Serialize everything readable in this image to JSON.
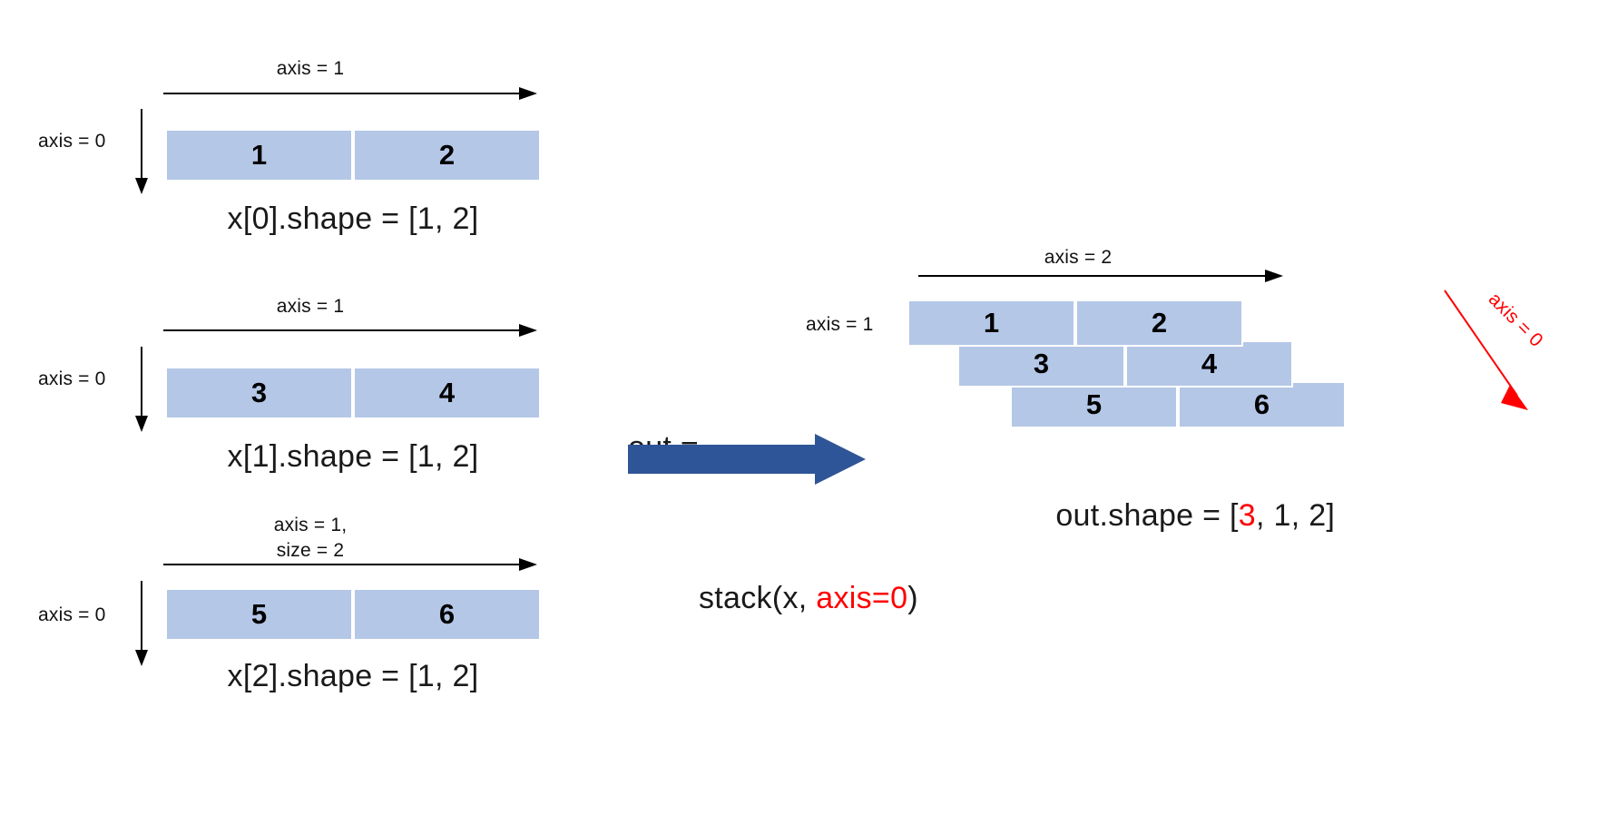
{
  "colors": {
    "cell_fill": "#b4c7e7",
    "cell_border": "#ffffff",
    "arrow_black": "#000000",
    "arrow_blue": "#2e5597",
    "accent_red": "#ff0000",
    "text": "#1a1a1a",
    "background": "#ffffff"
  },
  "inputs": [
    {
      "id": "x0",
      "axis_horizontal_label": "axis = 1",
      "axis_vertical_label": "axis = 0",
      "cells": [
        "1",
        "2"
      ],
      "shape_caption": "x[0].shape = [1, 2]"
    },
    {
      "id": "x1",
      "axis_horizontal_label": "axis = 1",
      "axis_vertical_label": "axis = 0",
      "cells": [
        "3",
        "4"
      ],
      "shape_caption": "x[1].shape = [1, 2]"
    },
    {
      "id": "x2",
      "axis_horizontal_label": "axis = 1,\nsize = 2",
      "axis_vertical_label": "axis = 0",
      "cells": [
        "5",
        "6"
      ],
      "shape_caption": "x[2].shape = [1, 2]"
    }
  ],
  "operation": {
    "line1": "out =",
    "line2_prefix": "stack(x, ",
    "line2_accent": "axis=0",
    "line2_suffix": ")",
    "arrow_icon": "right-arrow-icon"
  },
  "output": {
    "axis_horizontal_label": "axis = 2",
    "axis_vertical_label": "axis = 1",
    "axis_depth_label": "axis = 0",
    "layers": [
      {
        "cells": [
          "1",
          "2"
        ]
      },
      {
        "cells": [
          "3",
          "4"
        ]
      },
      {
        "cells": [
          "5",
          "6"
        ]
      }
    ],
    "shape_prefix": "out.shape = [",
    "shape_accent": "3",
    "shape_suffix": ", 1, 2]"
  }
}
